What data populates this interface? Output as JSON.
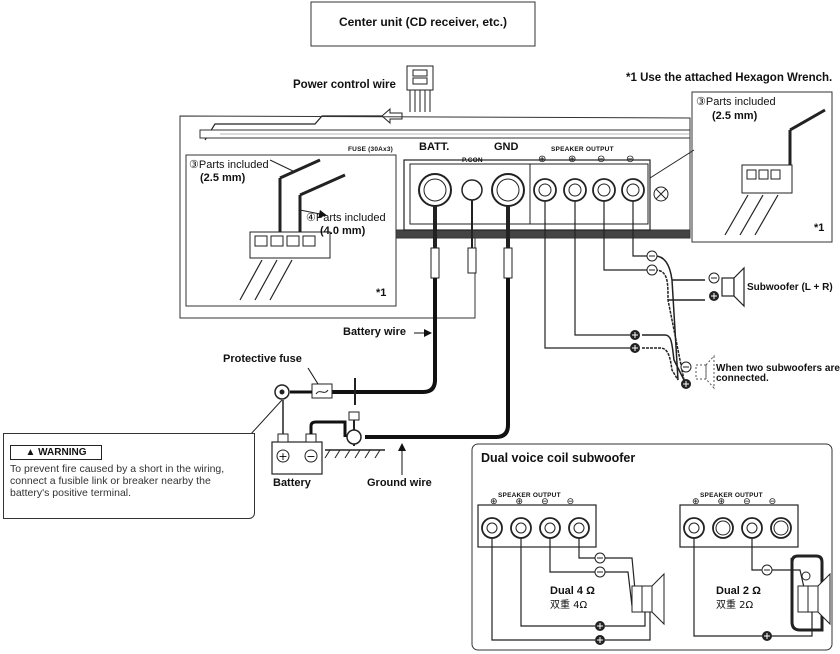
{
  "head_unit": {
    "label": "Center unit (CD receiver, etc.)"
  },
  "wires": {
    "power_control": "Power control wire",
    "battery": "Battery wire",
    "ground": "Ground wire"
  },
  "hex_note": "*1  Use the attached Hexagon Wrench.",
  "inset_right": {
    "part": "Parts included",
    "part_num": "③",
    "size": "(2.5 mm)",
    "star": "*1"
  },
  "inset_left": {
    "part_a": "Parts included",
    "part_a_num": "③",
    "size_a": "(2.5 mm)",
    "part_b": "Parts included",
    "part_b_num": "④",
    "size_b": "(4.0 mm)",
    "star": "*1"
  },
  "amp": {
    "fuse": "FUSE (30Ax3)",
    "batt": "BATT.",
    "rem": "P.CON",
    "gnd": "GND",
    "speaker_output": "SPEAKER OUTPUT",
    "polarity": [
      "⊕",
      "⊕",
      "⊖",
      "⊖"
    ]
  },
  "subwoofer": {
    "label": "Subwoofer (L + R)"
  },
  "two_sub_note": [
    "When two subwoofers are",
    "connected."
  ],
  "fuse_label": "Protective fuse",
  "battery_label": "Battery",
  "warning": {
    "title": "WARNING",
    "lines": [
      "To prevent fire caused by a short in the wiring,",
      "connect a fusible link or breaker nearby the",
      "battery's positive terminal."
    ]
  },
  "dual_vc": {
    "title": "Dual voice coil subwoofer",
    "speaker_output": "SPEAKER OUTPUT",
    "left": {
      "label": "Dual 4 Ω",
      "label_cn": "双重 4Ω"
    },
    "right": {
      "label": "Dual 2 Ω",
      "label_cn": "双重 2Ω"
    }
  },
  "colors": {
    "line": "#222222",
    "panel": "#555555",
    "gray": "#bbbbbb"
  }
}
